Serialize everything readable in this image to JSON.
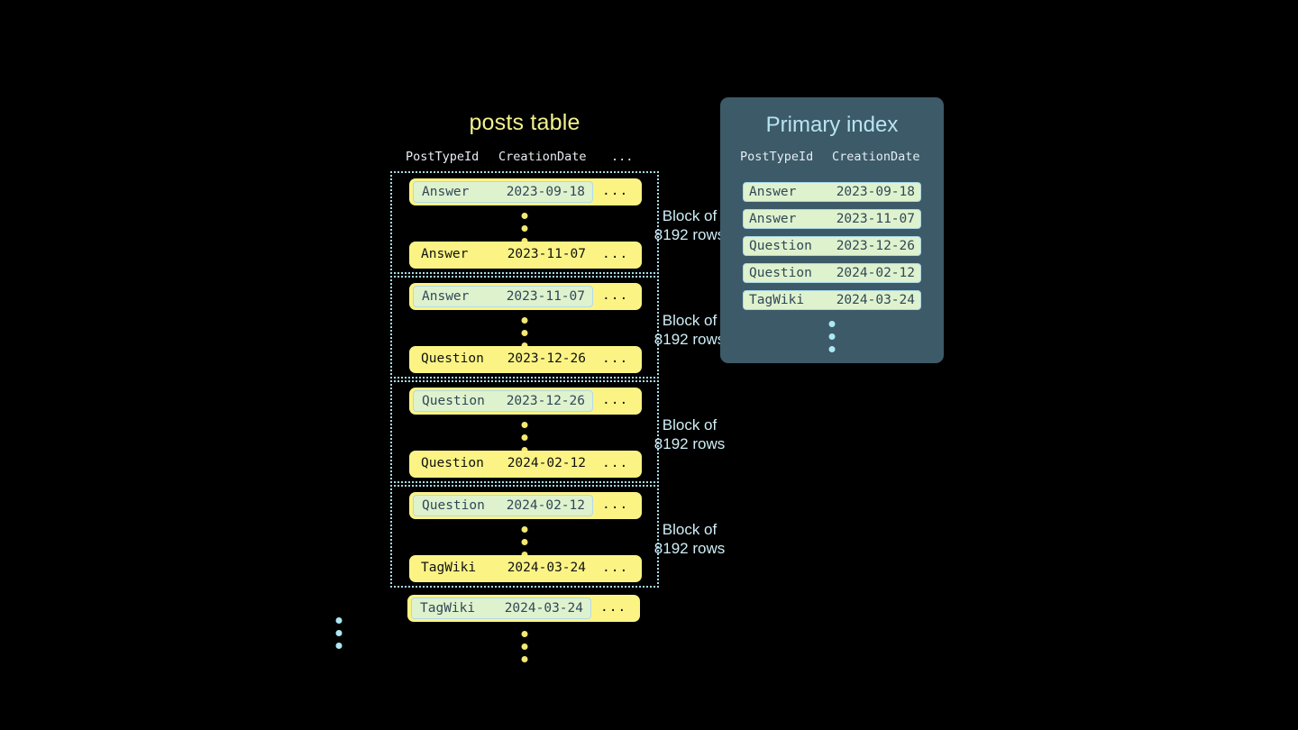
{
  "posts_table": {
    "title": "posts table",
    "columns": [
      "PostTypeId",
      "CreationDate",
      "..."
    ],
    "more_cell": "...",
    "block_label": "Block of\n8192 rows",
    "block_label_line1": "Block of",
    "block_label_line2": "8192 rows",
    "blocks": [
      {
        "label_line1": "Block of",
        "label_line2": "8192 rows",
        "first_row": {
          "post_type_id": "Answer",
          "creation_date": "2023-09-18",
          "more": "...",
          "highlighted": true
        },
        "last_row": {
          "post_type_id": "Answer",
          "creation_date": "2023-11-07",
          "more": "...",
          "highlighted": false
        }
      },
      {
        "label_line1": "Block of",
        "label_line2": "8192 rows",
        "first_row": {
          "post_type_id": "Answer",
          "creation_date": "2023-11-07",
          "more": "...",
          "highlighted": true
        },
        "last_row": {
          "post_type_id": "Question",
          "creation_date": "2023-12-26",
          "more": "...",
          "highlighted": false
        }
      },
      {
        "label_line1": "Block of",
        "label_line2": "8192 rows",
        "first_row": {
          "post_type_id": "Question",
          "creation_date": "2023-12-26",
          "more": "...",
          "highlighted": true
        },
        "last_row": {
          "post_type_id": "Question",
          "creation_date": "2024-02-12",
          "more": "...",
          "highlighted": false
        }
      },
      {
        "label_line1": "Block of",
        "label_line2": "8192 rows",
        "first_row": {
          "post_type_id": "Question",
          "creation_date": "2024-02-12",
          "more": "...",
          "highlighted": true
        },
        "last_row": {
          "post_type_id": "TagWiki",
          "creation_date": "2024-03-24",
          "more": "...",
          "highlighted": false
        }
      }
    ],
    "trailing_row": {
      "post_type_id": "TagWiki",
      "creation_date": "2024-03-24",
      "more": "...",
      "highlighted": true
    }
  },
  "primary_index": {
    "title": "Primary index",
    "columns": [
      "PostTypeId",
      "CreationDate"
    ],
    "rows": [
      {
        "post_type_id": "Answer",
        "creation_date": "2023-09-18"
      },
      {
        "post_type_id": "Answer",
        "creation_date": "2023-11-07"
      },
      {
        "post_type_id": "Question",
        "creation_date": "2023-12-26"
      },
      {
        "post_type_id": "Question",
        "creation_date": "2024-02-12"
      },
      {
        "post_type_id": "TagWiki",
        "creation_date": "2024-03-24"
      }
    ]
  },
  "colors": {
    "background": "#000000",
    "row_yellow": "#fbf485",
    "highlight_green": "#dff2ce",
    "highlight_border": "#b3d9e8",
    "dotted_border": "#a8dbe8",
    "title_yellow": "#f2f28c",
    "panel_slate": "#3d5a68",
    "panel_title_blue": "#b8e4f0",
    "dot_blue": "#ade8f4",
    "dot_yellow": "#f2e873",
    "header_text": "#e8eef2",
    "label_blue": "#cfeef7",
    "mono_text_dark": "#111111",
    "mono_text_slate": "#2f4858"
  }
}
